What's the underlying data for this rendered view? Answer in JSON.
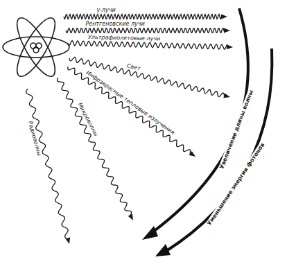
{
  "diagram": {
    "labels": [
      "γ-лучи",
      "Рентгеновские лучи",
      "Ультрафиолетовые лучи",
      "Свет",
      "Инфракрасные тепловые излучения",
      "Микроволны",
      "Радиоволны",
      "Увеличение длины волны",
      "Уменьшение энергии фотонов"
    ]
  }
}
